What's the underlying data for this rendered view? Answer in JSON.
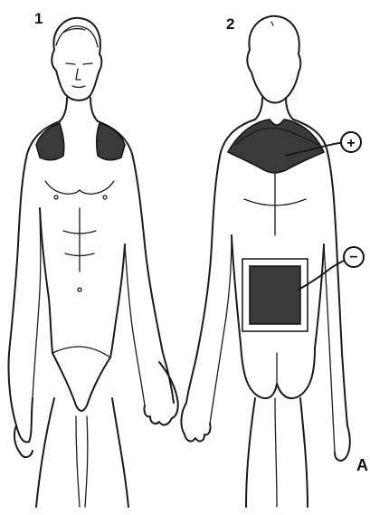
{
  "figure": {
    "panel_front_label": "1",
    "panel_back_label": "2",
    "corner_label": "A",
    "positive_terminal": "+",
    "negative_terminal": "−"
  },
  "colors": {
    "pad_fill": "#3a3a3a",
    "line": "#1a1a1a",
    "background": "#ffffff"
  }
}
